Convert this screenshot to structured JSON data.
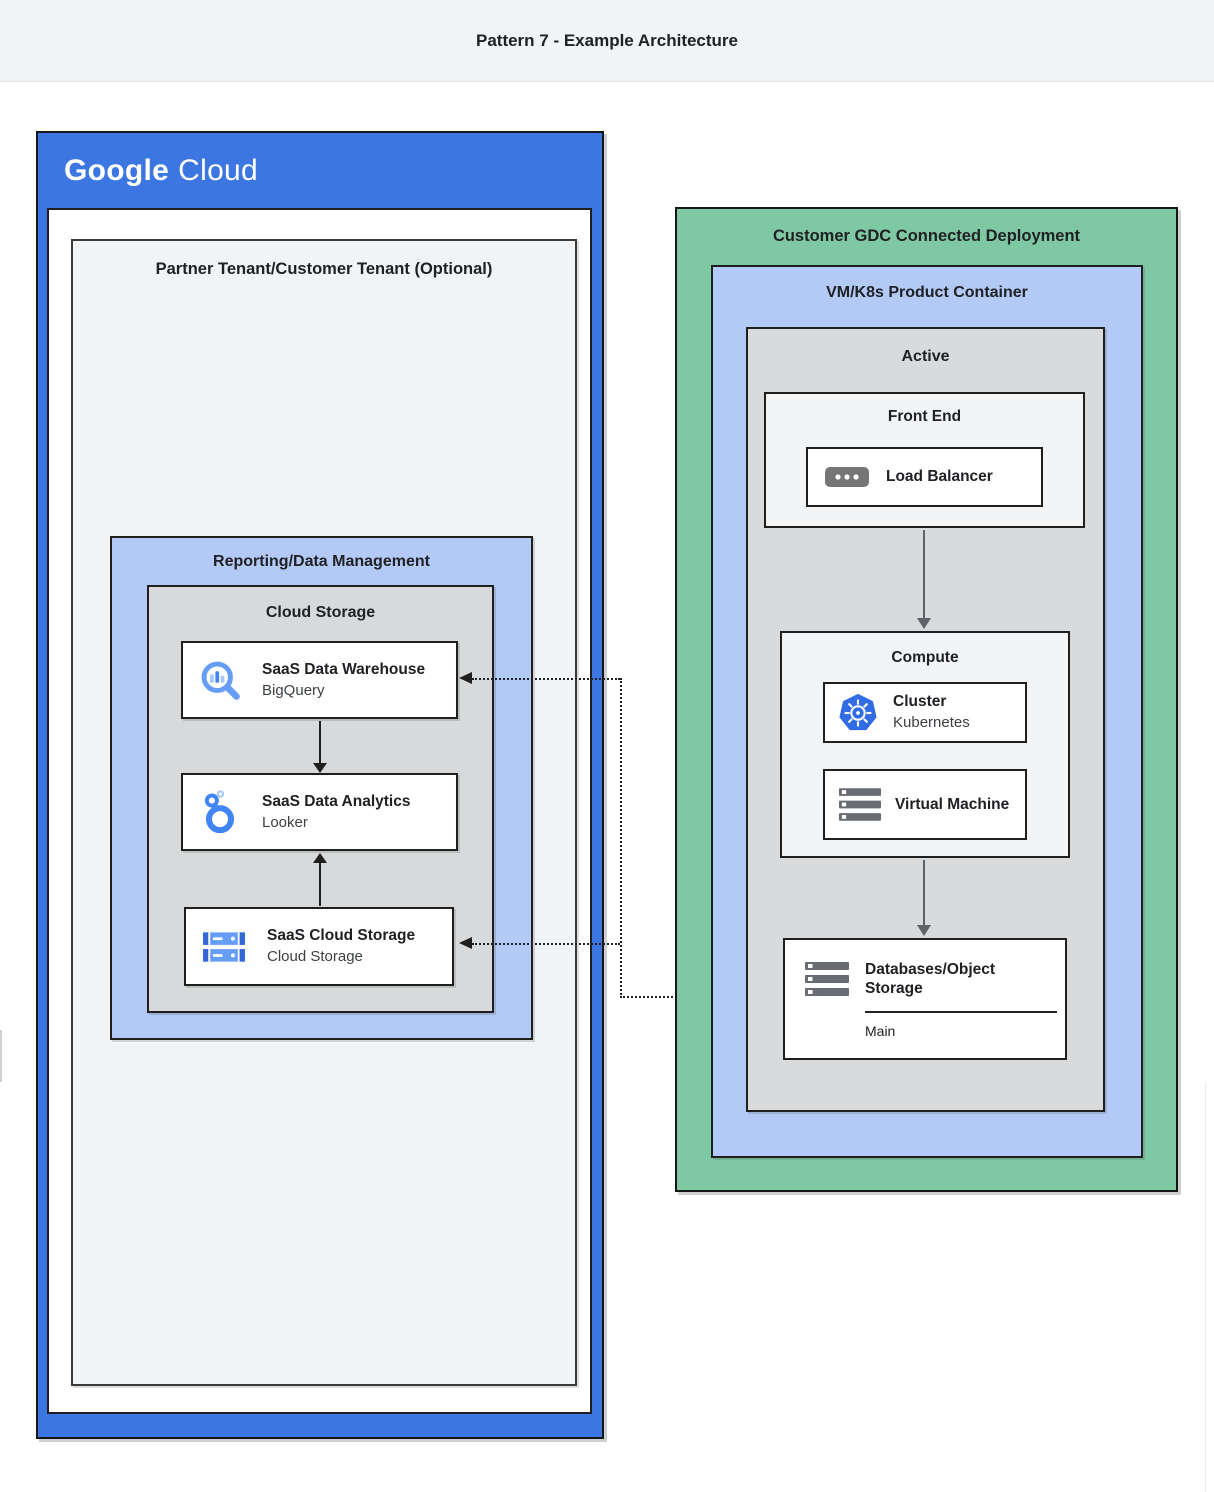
{
  "header": {
    "title": "Pattern 7 - Example Architecture"
  },
  "google_cloud": {
    "logo": {
      "part1": "Google",
      "part2": "Cloud"
    },
    "partner_tenant": {
      "title": "Partner Tenant/Customer Tenant (Optional)",
      "reporting": {
        "title": "Reporting/Data Management",
        "storage_group": {
          "title": "Cloud Storage",
          "cards": [
            {
              "title": "SaaS Data Warehouse",
              "subtitle": "BigQuery",
              "icon": "bigquery-icon"
            },
            {
              "title": "SaaS Data Analytics",
              "subtitle": "Looker",
              "icon": "looker-icon"
            },
            {
              "title": "SaaS Cloud Storage",
              "subtitle": "Cloud Storage",
              "icon": "cloud-storage-icon"
            }
          ]
        }
      }
    }
  },
  "customer_gdc": {
    "title": "Customer GDC Connected Deployment",
    "vm_k8s_container": {
      "title": "VM/K8s Product Container",
      "active": {
        "title": "Active",
        "front_end": {
          "title": "Front End",
          "load_balancer": {
            "title": "Load Balancer",
            "icon": "load-balancer-icon"
          }
        },
        "compute": {
          "title": "Compute",
          "cards": [
            {
              "title": "Cluster",
              "subtitle": "Kubernetes",
              "icon": "kubernetes-icon"
            },
            {
              "title": "Virtual Machine",
              "subtitle": "",
              "icon": "virtual-machine-icon"
            }
          ]
        },
        "databases": {
          "title": "Databases/Object Storage",
          "label": "Main",
          "icon": "databases-icon"
        }
      }
    }
  },
  "colors": {
    "google_cloud_blue": "#3C76E0",
    "gdc_green": "#7EC8A3",
    "container_light_blue": "#B3CAF6",
    "group_gray": "#D7D9DB",
    "panel_light_gray": "#F1F3F4",
    "card_white": "#FFFFFF",
    "border_dark": "#1F1F1F",
    "text_primary": "#202124",
    "text_secondary": "#3C4043",
    "arrow_gray": "#5F6368",
    "icon_blue": "#4285F4",
    "icon_light_blue": "#A8C7FA",
    "icon_gray": "#757575",
    "kubernetes_blue": "#326CE5"
  }
}
